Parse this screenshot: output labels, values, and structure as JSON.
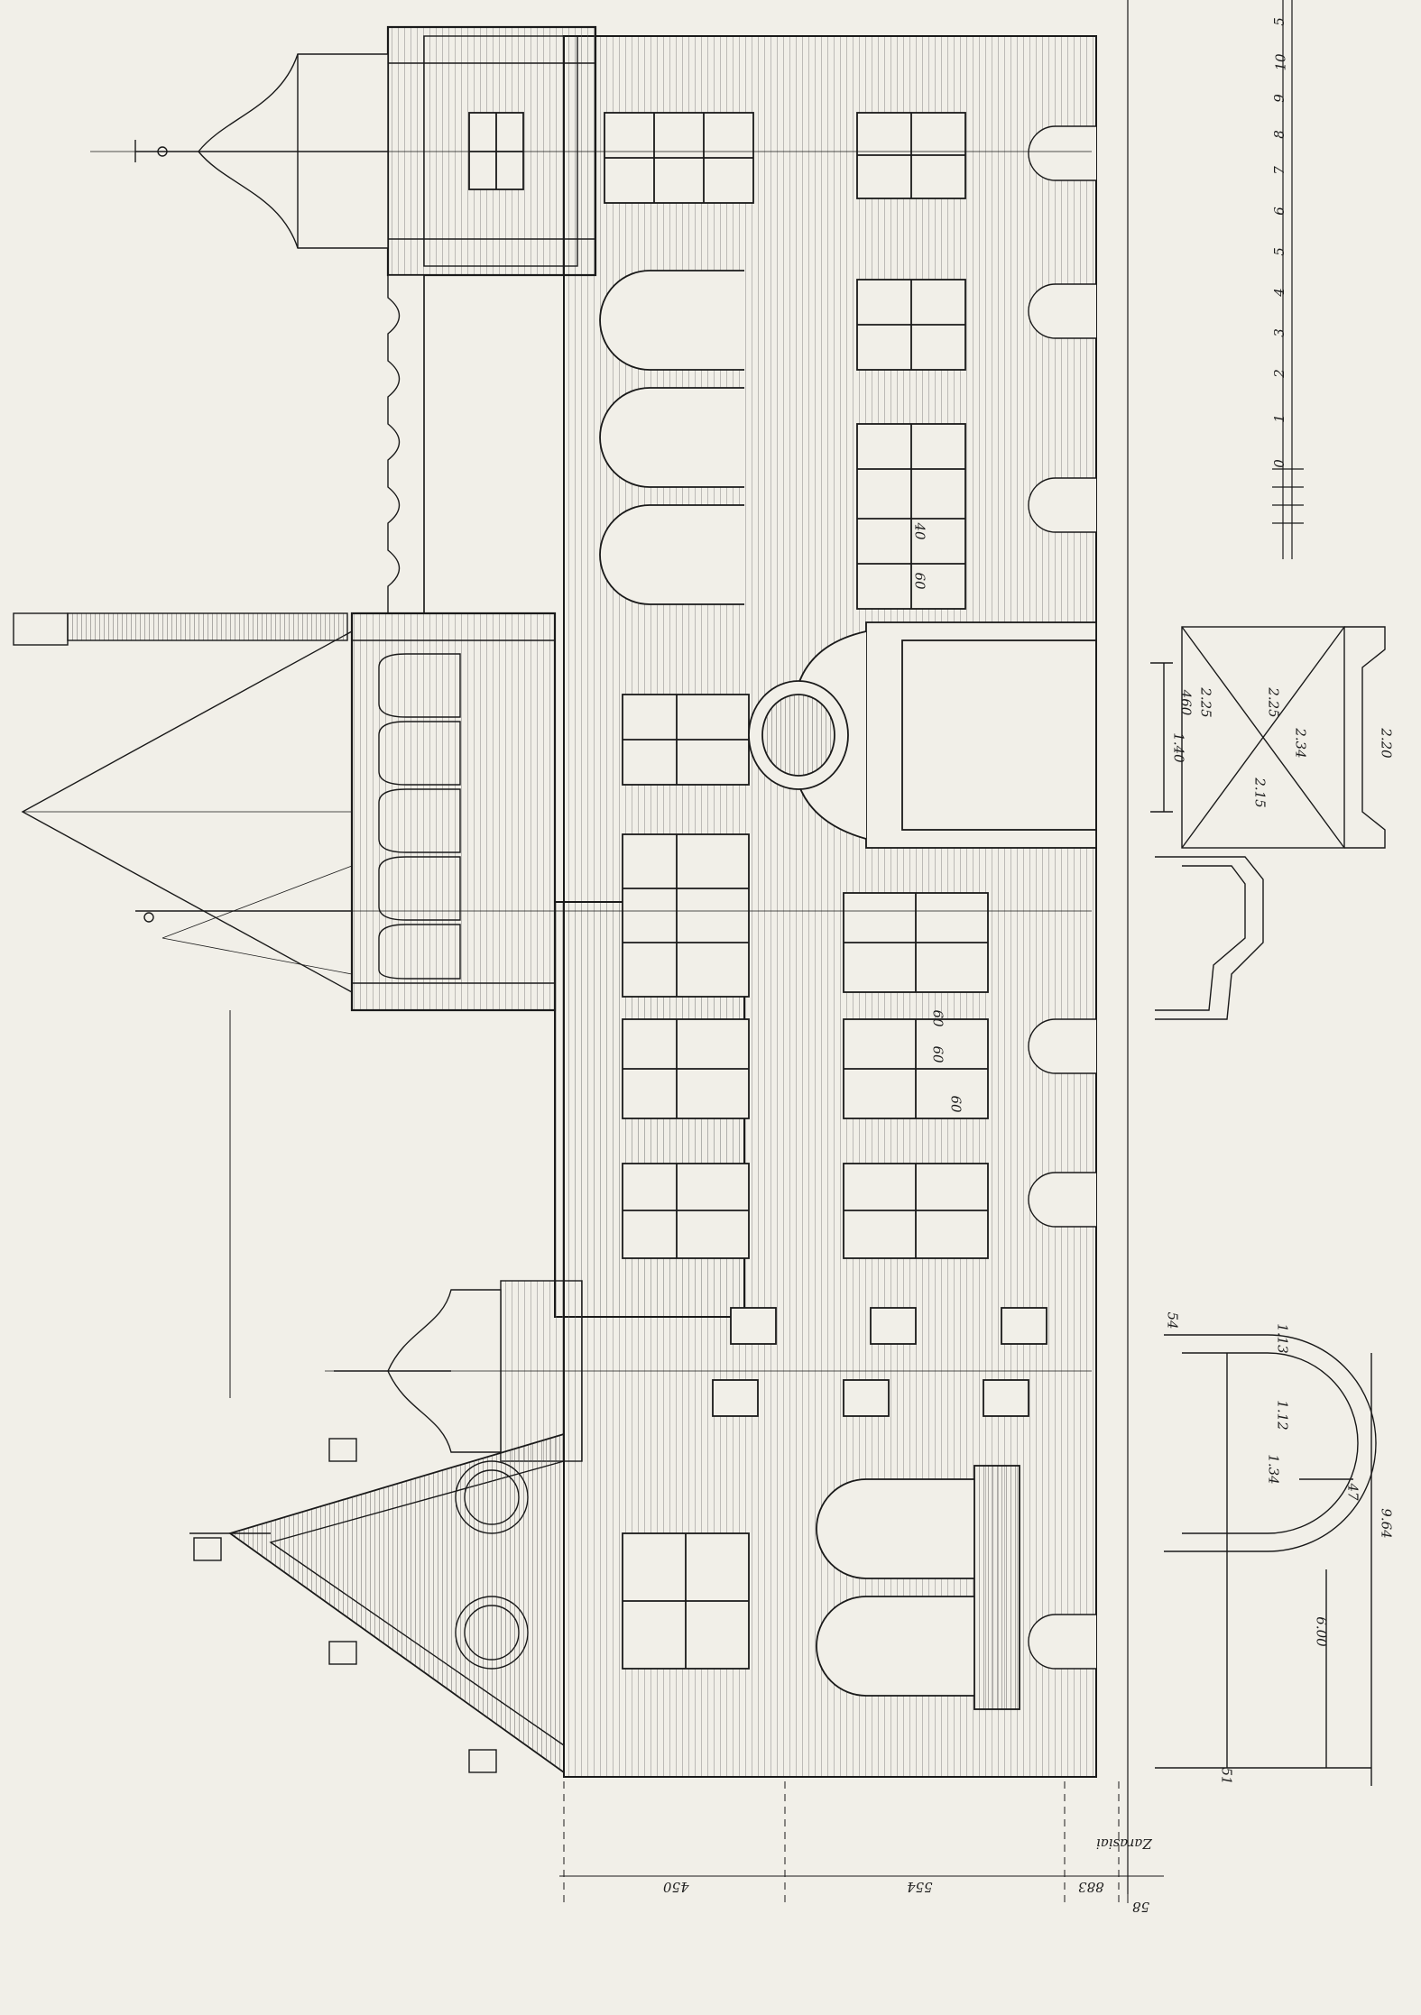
{
  "drawing": {
    "signature": "Zarasiai",
    "dimensions_bottom": [
      "450",
      "554",
      "883",
      "58"
    ],
    "dimensions_right_detail": [
      "460",
      "2.25",
      "2.25",
      "2.15",
      "2.34",
      "2.20",
      "1.40"
    ],
    "dimensions_arch_detail": [
      "54",
      "1.13",
      "1.12",
      "1.34",
      "47",
      "9.64",
      "6.00",
      "51"
    ],
    "window_notes": [
      "60",
      "40",
      "60",
      "60",
      "60"
    ],
    "scale_bar_labels": [
      "5",
      "10",
      "9",
      "8",
      "7",
      "6",
      "5",
      "4",
      "3",
      "2",
      "1",
      "0"
    ],
    "colors": {
      "paper": "#f1efe8",
      "ink": "#1a1a1a"
    }
  }
}
